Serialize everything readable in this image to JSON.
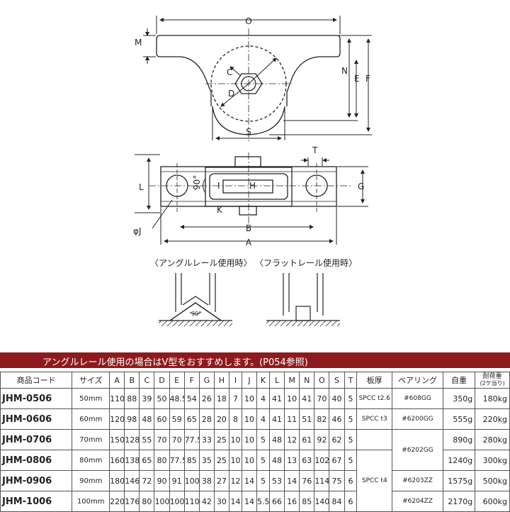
{
  "drawing": {
    "labels": {
      "O": "O",
      "M": "M",
      "C": "C",
      "D": "D",
      "N": "N",
      "E": "E",
      "F": "F",
      "S": "S",
      "T": "T",
      "L": "L",
      "G": "G",
      "deg": "90°",
      "I": "I",
      "H": "H",
      "K": "K",
      "J": "φJ",
      "B": "B",
      "A": "A",
      "deg_small": "90°"
    },
    "notes": {
      "angle_rail": "〈アングルレール使用時〉",
      "flat_rail": "〈フラットレール使用時〉"
    }
  },
  "banner": "アングルレール使用の場合はV型をおすすめします。(P054参照)",
  "table": {
    "headers": [
      "商品コード",
      "サイズ",
      "A",
      "B",
      "C",
      "D",
      "E",
      "F",
      "G",
      "H",
      "I",
      "J",
      "K",
      "L",
      "M",
      "N",
      "O",
      "S",
      "T",
      "板厚",
      "ベアリング",
      "自重",
      "耐荷重",
      "(2ケ当り)"
    ],
    "rows": [
      {
        "code": "JHM-0506",
        "size": "50mm",
        "dims": [
          "110",
          "88",
          "39",
          "50",
          "48.5",
          "54",
          "26",
          "18",
          "7",
          "10",
          "4",
          "41",
          "10",
          "41",
          "70",
          "40",
          "5"
        ],
        "plate": "SPCC t2.6",
        "bearing": "#608GG",
        "weight": "350g",
        "load": "180kg"
      },
      {
        "code": "JHM-0606",
        "size": "60mm",
        "dims": [
          "120",
          "98",
          "48",
          "60",
          "59",
          "65",
          "28",
          "20",
          "8",
          "10",
          "4",
          "41",
          "11",
          "51",
          "82",
          "46",
          "5"
        ],
        "plate": "SPCC t3",
        "bearing": "#6200GG",
        "weight": "555g",
        "load": "220kg"
      },
      {
        "code": "JHM-0706",
        "size": "70mm",
        "dims": [
          "150",
          "128",
          "55",
          "70",
          "70",
          "77.5",
          "33",
          "25",
          "10",
          "10",
          "5",
          "48",
          "12",
          "61",
          "92",
          "62",
          "5"
        ],
        "plate": "",
        "bearing": "#6202GG",
        "weight": "890g",
        "load": "280kg"
      },
      {
        "code": "JHM-0806",
        "size": "80mm",
        "dims": [
          "160",
          "138",
          "65",
          "80",
          "77.5",
          "85",
          "35",
          "25",
          "10",
          "10",
          "5",
          "48",
          "13",
          "63",
          "102",
          "67",
          "5"
        ],
        "plate": "",
        "bearing": "",
        "weight": "1240g",
        "load": "300kg"
      },
      {
        "code": "JHM-0906",
        "size": "90mm",
        "dims": [
          "180",
          "146",
          "72",
          "90",
          "91",
          "100",
          "38",
          "27",
          "12",
          "14",
          "5",
          "53",
          "14",
          "76",
          "114",
          "75",
          "6"
        ],
        "plate": "SPCC t4",
        "bearing": "#6203ZZ",
        "weight": "1575g",
        "load": "500kg"
      },
      {
        "code": "JHM-1006",
        "size": "100mm",
        "dims": [
          "220",
          "176",
          "80",
          "100",
          "100",
          "110",
          "42",
          "30",
          "14",
          "14",
          "5.5",
          "66",
          "16",
          "85",
          "140",
          "84",
          "6"
        ],
        "plate": "",
        "bearing": "#6204ZZ",
        "weight": "2170g",
        "load": "600kg"
      }
    ]
  }
}
